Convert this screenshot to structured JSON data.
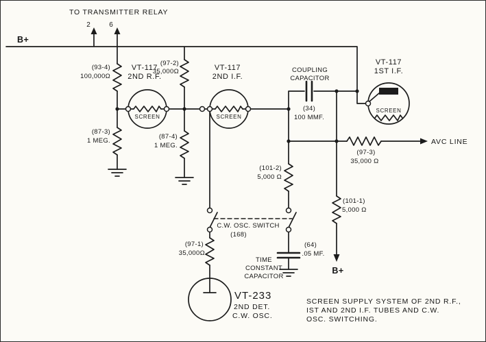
{
  "colors": {
    "ink": "#1c1c1c",
    "paper": "#fcfbf6"
  },
  "top": {
    "relay_label": "TO TRANSMITTER RELAY",
    "pin2": "2",
    "pin6": "6",
    "b_plus": "B+"
  },
  "tubes": {
    "rf2": {
      "name": "VT-117",
      "role": "2ND R.F.",
      "element": "SCREEN"
    },
    "if2": {
      "name": "VT-117",
      "role": "2ND I.F.",
      "element": "SCREEN"
    },
    "if1": {
      "name": "VT-117",
      "role": "1ST I.F.",
      "element": "SCREEN"
    },
    "det": {
      "name": "VT-233",
      "role_line1": "2ND DET.",
      "role_line2": "C.W. OSC."
    }
  },
  "resistors": {
    "r93_4": {
      "ref": "(93-4)",
      "value": "100,000Ω"
    },
    "r97_2": {
      "ref": "(97-2)",
      "value": "35,000Ω"
    },
    "r87_3": {
      "ref": "(87-3)",
      "value": "1 MEG."
    },
    "r87_4": {
      "ref": "(87-4)",
      "value": "1 MEG."
    },
    "r97_3": {
      "ref": "(97-3)",
      "value": "35,000 Ω"
    },
    "r101_2": {
      "ref": "(101-2)",
      "value": "5,000 Ω"
    },
    "r101_1": {
      "ref": "(101-1)",
      "value": "5,000 Ω"
    },
    "r97_1": {
      "ref": "(97-1)",
      "value": "35,000Ω"
    }
  },
  "capacitors": {
    "coupling": {
      "name_line1": "COUPLING",
      "name_line2": "CAPACITOR",
      "ref": "(34)",
      "value": "100 MMF."
    },
    "time_constant": {
      "ref": "(64)",
      "value": ".05 MF.",
      "name_line1": "TIME",
      "name_line2": "CONSTANT",
      "name_line3": "CAPACITOR"
    }
  },
  "switch": {
    "name": "C.W. OSC. SWITCH",
    "ref": "(168)"
  },
  "avc": {
    "label": "AVC LINE"
  },
  "b_plus_bottom": "B+",
  "caption": {
    "line1": "SCREEN SUPPLY SYSTEM OF 2ND R.F.,",
    "line2": "IST AND 2ND I.F. TUBES AND C.W.",
    "line3": "OSC. SWITCHING."
  }
}
